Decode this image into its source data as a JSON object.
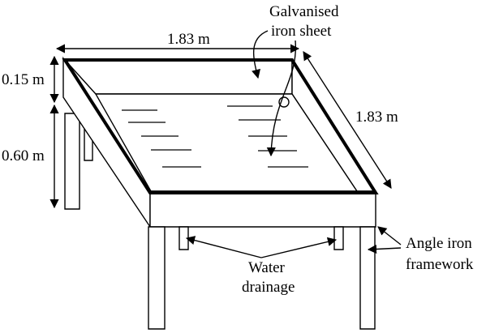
{
  "labels": {
    "top_width": "1.83 m",
    "side_length": "1.83 m",
    "tank_depth": "0.15 m",
    "leg_height": "0.60 m",
    "sheet_line1": "Galvanised",
    "sheet_line2": "iron sheet",
    "drain_line1": "Water",
    "drain_line2": "drainage",
    "frame_line1": "Angle iron",
    "frame_line2": "framework"
  },
  "colors": {
    "ink": "#000000",
    "background": "#ffffff"
  }
}
